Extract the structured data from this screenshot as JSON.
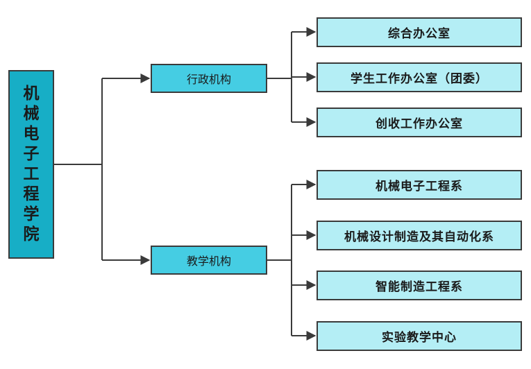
{
  "root": {
    "name": "机械电子工程学院"
  },
  "branches": [
    {
      "name": "行政机构",
      "children": [
        "综合办公室",
        "学生工作办公室（团委）",
        "创收工作办公室"
      ]
    },
    {
      "name": "教学机构",
      "children": [
        "机械电子工程系",
        "机械设计制造及其自动化系",
        "智能制造工程系",
        "实验教学中心"
      ]
    }
  ],
  "colors": {
    "root_fill": "#17aec6",
    "branch_fill": "#45cde3",
    "leaf_fill": "#b4eef5",
    "line": "#3a3a3a"
  }
}
